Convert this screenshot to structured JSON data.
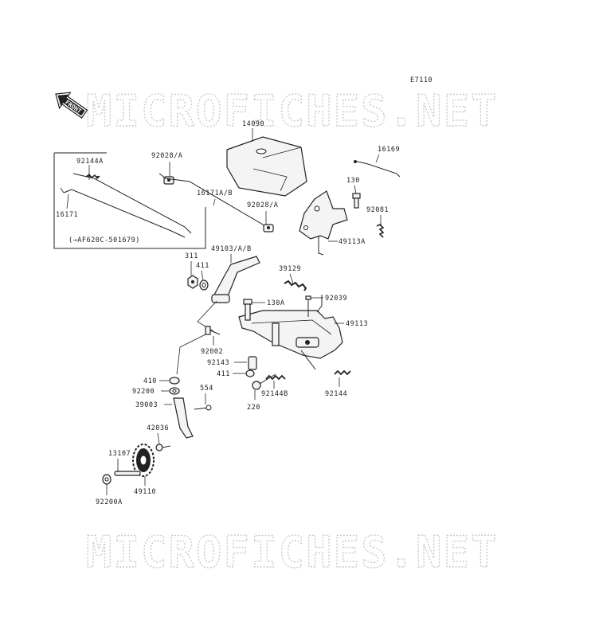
{
  "diagram_code": "E7110",
  "front_label": "FRONT",
  "watermark": "MICROFICHES.NET",
  "box_note": "(→AF620C-501679)",
  "labels": {
    "p14090": "14090",
    "p92028a_1": "92028/A",
    "p92144a": "92144A",
    "p16171": "16171",
    "p16171ab": "16171A/B",
    "p92028a_2": "92028/A",
    "p16169": "16169",
    "p130": "130",
    "p92081": "92081",
    "p49113a": "49113A",
    "p311": "311",
    "p411_1": "411",
    "p49103ab": "49103/A/B",
    "p39129": "39129",
    "p130a": "130A",
    "p92039": "92039",
    "p49113": "49113",
    "p92002": "92002",
    "p92143": "92143",
    "p411_2": "411",
    "p92144b": "92144B",
    "p92144": "92144",
    "p220": "220",
    "p410": "410",
    "p92200": "92200",
    "p554": "554",
    "p39003": "39003",
    "p42036": "42036",
    "p13107": "13107",
    "p49110": "49110",
    "p92200a": "92200A"
  }
}
